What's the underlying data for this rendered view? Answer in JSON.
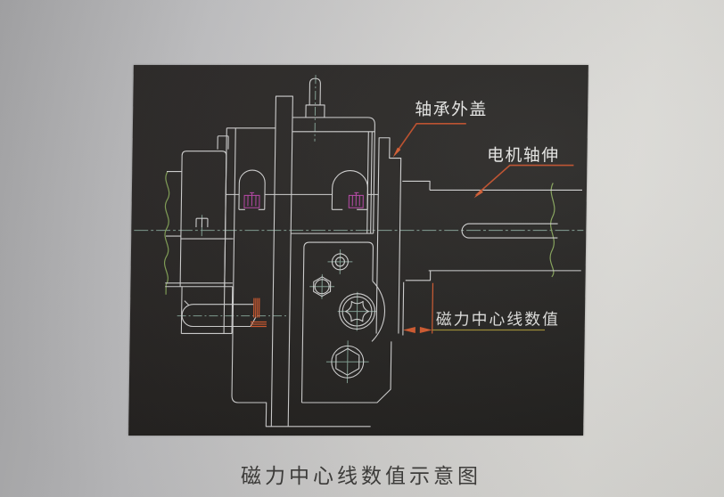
{
  "figure": {
    "caption": "磁力中心线数值示意图",
    "labels": {
      "bearing_cover": "轴承外盖",
      "motor_shaft": "电机轴伸",
      "magnetic_centerline": "磁力中心线数值"
    },
    "colors": {
      "canvas_black": "#201e1d",
      "photo_background": "#c9c8c6",
      "drawing_line_white": "#cfcfcf",
      "centerline_teal": "#7d9b8e",
      "breakline_green": "#7f9e52",
      "annotation_orange": "#cf5428",
      "dimension_olive": "#97862c",
      "seal_magenta": "#b83fa6",
      "caption_color": "#3b3a38"
    }
  }
}
